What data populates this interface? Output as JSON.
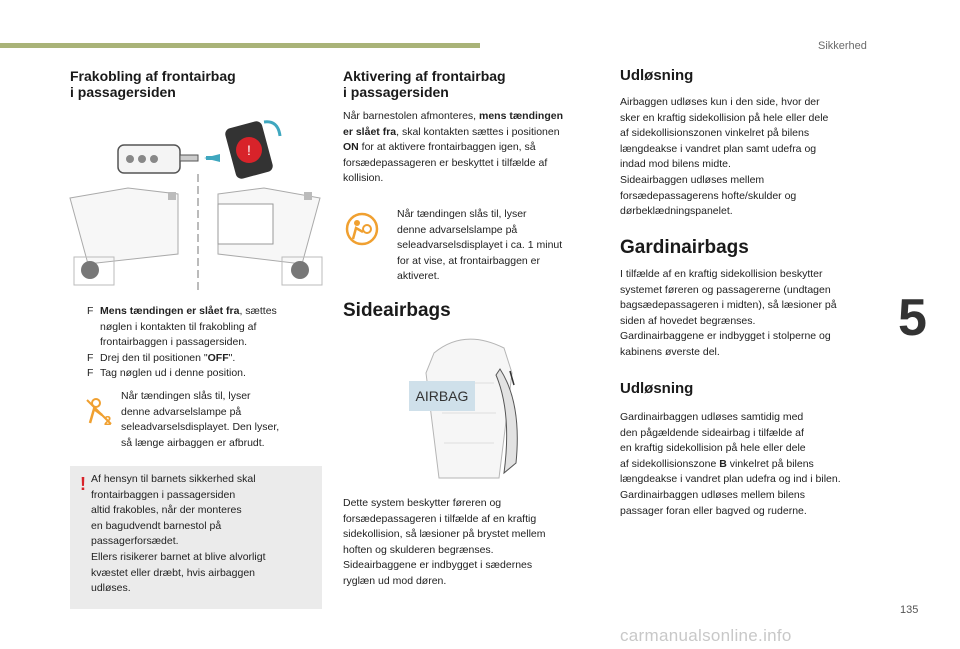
{
  "header": {
    "section": "Sikkerhed",
    "chapter": "5"
  },
  "footer": {
    "page": "135",
    "watermark": "carmanualsonline.info"
  },
  "col1": {
    "title_l1": "Frakobling af frontairbag",
    "title_l2": "i passagersiden",
    "bullets": [
      {
        "marker": "F",
        "bold": "Mens tændingen er slået fra",
        "lines": [
          ", sættes",
          "nøglen i kontakten til frakobling af",
          "frontairbaggen i passagersiden."
        ]
      },
      {
        "marker": "F",
        "lines": [
          "Drej den til positionen \"",
          "OFF",
          "\"."
        ]
      },
      {
        "marker": "F",
        "lines": [
          "Tag nøglen ud i denne position."
        ]
      }
    ],
    "lamp_text": [
      "Når tændingen slås til, lyser",
      "denne advarselslampe på",
      "seleadvarselsdisplayet. Den lyser,",
      "så længe airbaggen er afbrudt."
    ],
    "warning": [
      "Af hensyn til barnets sikkerhed skal",
      "frontairbaggen i passagersiden",
      "altid frakobles, når der monteres",
      "en bagudvendt barnestol på",
      "passagerforsædet.",
      "Ellers risikerer barnet at blive alvorligt",
      "kvæstet eller dræbt, hvis airbaggen",
      "udløses."
    ]
  },
  "col2": {
    "title_l1": "Aktivering af frontairbag",
    "title_l2": "i passagersiden",
    "intro_a": "Når barnestolen afmonteres, ",
    "intro_bold": "mens tændingen",
    "intro_l2_bold": "er slået fra",
    "intro_l2": ", skal kontakten sættes i positionen",
    "intro_l3_bold": "ON",
    "intro_l3": " for at aktivere frontairbaggen igen, så",
    "intro_l4": "forsædepassageren er beskyttet i tilfælde af",
    "intro_l5": "kollision.",
    "lamp_text": [
      "Når tændingen slås til, lyser",
      "denne advarselslampe på",
      "seleadvarselsdisplayet i ca. 1 minut",
      "for at vise, at frontairbaggen er",
      "aktiveret."
    ],
    "side_title": "Sideairbags",
    "airbag_label": "AIRBAG",
    "side_text": [
      "Dette system beskytter føreren og",
      "forsædepassageren i tilfælde af en kraftig",
      "sidekollision, så læsioner på brystet mellem",
      "hoften og skulderen begrænses.",
      "Sideairbaggene er indbygget i sædernes",
      "ryglæn ud mod døren."
    ]
  },
  "col3": {
    "udl1_title": "Udløsning",
    "udl1_text": [
      "Airbaggen udløses kun i den side, hvor der",
      "sker en kraftig sidekollision på hele eller dele",
      "af sidekollisionszonen vinkelret på bilens",
      "længdeakse i vandret plan samt udefra og",
      "indad mod bilens midte.",
      "Sideairbaggen udløses mellem",
      "forsædepassagerens hofte/skulder og",
      "dørbeklædningspanelet."
    ],
    "gard_title": "Gardinairbags",
    "gard_text": [
      "I tilfælde af en kraftig sidekollision beskytter",
      "systemet føreren og passagererne (undtagen",
      "bagsædepassageren i midten), så læsioner på",
      "siden af hovedet begrænses.",
      "Gardinairbaggene er indbygget i stolperne og",
      "kabinens øverste del."
    ],
    "udl2_title": "Udløsning",
    "udl2_text": [
      "Gardinairbaggen udløses samtidig med",
      "den pågældende sideairbag i tilfælde af",
      "en kraftig sidekollision på hele eller dele",
      "af sidekollisionszone ",
      "B",
      " vinkelret på bilens",
      "længdeakse i vandret plan udefra og ind i bilen.",
      "Gardinairbaggen udløses mellem bilens",
      "passager foran eller bagved og ruderne."
    ]
  },
  "colors": {
    "accent_bar": "#a9b378",
    "warning_red": "#d8232a",
    "icon_orange": "#f0a030",
    "box_bg": "#ebebeb"
  },
  "icons": [
    "key-icon",
    "airbag-switch-icon",
    "dashboard-illustration",
    "airbag-off-icon",
    "airbag-warning-icon",
    "seat-illustration",
    "exclamation-icon"
  ]
}
